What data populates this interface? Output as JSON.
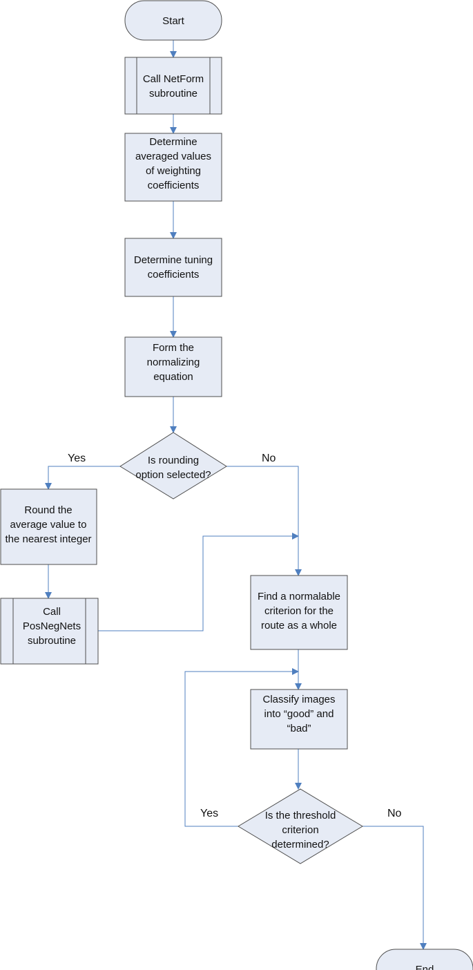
{
  "colors": {
    "node_fill": "#e6ebf5",
    "node_stroke": "#4d4d4d",
    "connector": "#4f7fbf",
    "text": "#111111"
  },
  "nodes": {
    "start": {
      "lines": [
        "Start"
      ]
    },
    "netform": {
      "lines": [
        "Call NetForm",
        "subroutine"
      ]
    },
    "averaged": {
      "lines": [
        "Determine",
        "averaged values",
        "of weighting",
        "coefficients"
      ]
    },
    "tuning": {
      "lines": [
        "Determine tuning",
        "coefficients"
      ]
    },
    "normalizing": {
      "lines": [
        "Form the",
        "normalizing",
        "equation"
      ]
    },
    "rounding_decision": {
      "lines": [
        "Is rounding",
        "option selected?"
      ]
    },
    "round": {
      "lines": [
        "Round the",
        "average value to",
        "the nearest integer"
      ]
    },
    "posnegnets": {
      "lines": [
        "Call",
        "PosNegNets",
        "subroutine"
      ]
    },
    "criterion": {
      "lines": [
        "Find a normalable",
        "criterion for the",
        "route as a whole"
      ]
    },
    "classify": {
      "lines": [
        "Classify images",
        "into “good” and",
        "“bad”"
      ]
    },
    "threshold_decision": {
      "lines": [
        "Is the threshold",
        "criterion",
        "determined?"
      ]
    },
    "end": {
      "lines": [
        "End"
      ]
    }
  },
  "labels": {
    "round_yes": "Yes",
    "round_no": "No",
    "threshold_yes": "Yes",
    "threshold_no": "No"
  }
}
